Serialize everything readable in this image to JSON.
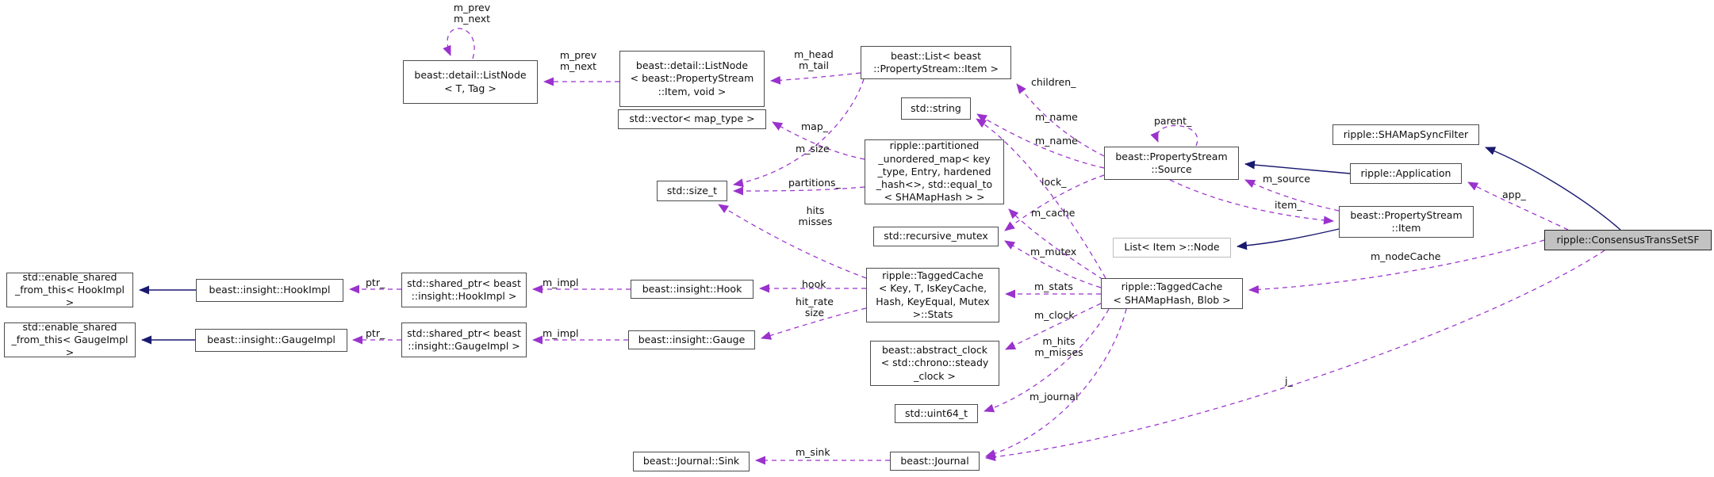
{
  "colors": {
    "member_edge": "#9a32cd",
    "inheritance_edge": "#191970",
    "node_border": "#4a4c4e",
    "node_background": "#ffffff",
    "highlight_fill": "#c2c2c2",
    "unlinked_border": "#bcbcbc"
  },
  "nodes": {
    "listnode_t": "beast::detail::ListNode\n< T, Tag >",
    "listnode_item": "beast::detail::ListNode\n< beast::PropertyStream\n::Item, void >",
    "list": "beast::List< beast\n::PropertyStream::Item >",
    "string": "std::string",
    "vector": "std::vector< map_type >",
    "size_t": "std::size_t",
    "partitioned_map": "ripple::partitioned\n_unordered_map< key\n_type, Entry, hardened\n_hash<>, std::equal_to\n< SHAMapHash > >",
    "recursive_mutex": "std::recursive_mutex",
    "stats": "ripple::TaggedCache\n< Key, T, IsKeyCache,\nHash, KeyEqual, Mutex\n>::Stats",
    "abstract_clock": "beast::abstract_clock\n< std::chrono::steady\n_clock >",
    "uint64": "std::uint64_t",
    "journal": "beast::Journal",
    "journal_sink": "beast::Journal::Sink",
    "hook": "beast::insight::Hook",
    "gauge": "beast::insight::Gauge",
    "esft_hook": "std::enable_shared\n_from_this< HookImpl >",
    "hookimpl": "beast::insight::HookImpl",
    "sp_hook": "std::shared_ptr< beast\n::insight::HookImpl >",
    "esft_gauge": "std::enable_shared\n_from_this< GaugeImpl >",
    "gaugeimpl": "beast::insight::GaugeImpl",
    "sp_gauge": "std::shared_ptr< beast\n::insight::GaugeImpl >",
    "source": "beast::PropertyStream\n::Source",
    "syncfilter": "ripple::SHAMapSyncFilter",
    "application": "ripple::Application",
    "item": "beast::PropertyStream\n::Item",
    "node": "List< Item >::Node",
    "taggedcache": "ripple::TaggedCache\n< SHAMapHash, Blob >",
    "consensus": "ripple::ConsensusTransSetSF"
  },
  "edge_labels": {
    "mprev_mnext_self": "m_prev\nm_next",
    "mprev_mnext": "m_prev\nm_next",
    "mhead_mtail": "m_head\nm_tail",
    "children": "children_",
    "mname_source": "m_name",
    "mname_cache": "m_name",
    "parent": "parent_",
    "msource": "m_source",
    "item_ref": "item_",
    "app": "app_",
    "mnodecache": "m_nodeCache",
    "map": "map_",
    "msize": "m_size",
    "partitions": "partitions_",
    "hits_misses": "hits\nmisses",
    "lock": "lock_",
    "mcache": "m_cache",
    "mmutex": "m_mutex",
    "mstats": "m_stats",
    "mclock": "m_clock",
    "mhits_mmisses": "m_hits\nm_misses",
    "mjournal": "m_journal",
    "j": "j_",
    "msink": "m_sink",
    "hook": "hook",
    "hitrate_size": "hit_rate\nsize",
    "ptr_hook": "ptr_",
    "ptr_gauge": "ptr_",
    "mimpl_hook": "m_impl",
    "mimpl_gauge": "m_impl"
  }
}
